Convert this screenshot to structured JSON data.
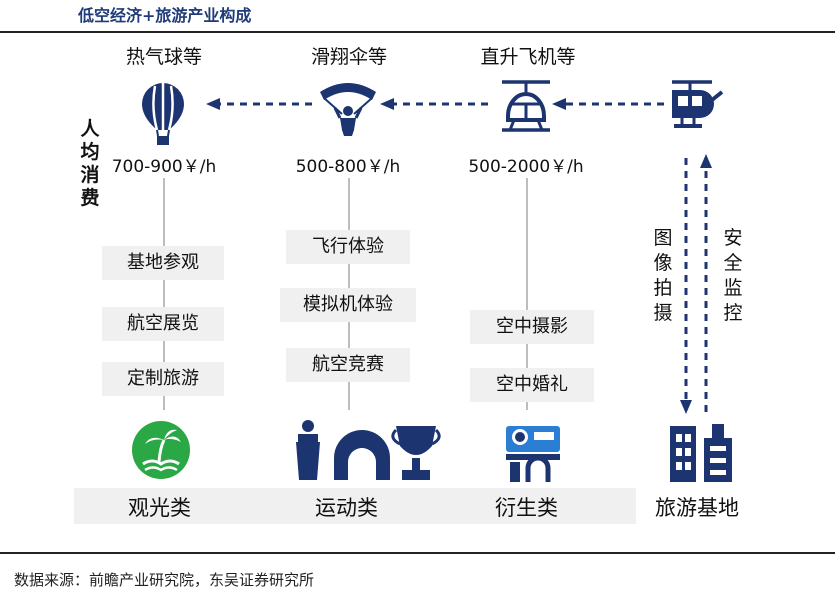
{
  "title": "低空经济+旅游产业构成",
  "vertical_label": "人均消费",
  "vehicles": [
    {
      "name": "热气球等",
      "price": "700-900￥/h",
      "icon": "hot-air-balloon-icon"
    },
    {
      "name": "滑翔伞等",
      "price": "500-800￥/h",
      "icon": "paraglider-icon"
    },
    {
      "name": "直升飞机等",
      "price": "500-2000￥/h",
      "icon": "helicopter-icon"
    }
  ],
  "right_icon": "helicopter-pad-icon",
  "tags": {
    "sightseeing": [
      "基地参观",
      "航空展览",
      "定制旅游"
    ],
    "sports": [
      "飞行体验",
      "模拟机体验",
      "航空竞赛"
    ],
    "derivative": [
      "空中摄影",
      "空中婚礼"
    ]
  },
  "arrows_text": {
    "down": "图像拍摄",
    "up": "安全监控"
  },
  "categories": [
    {
      "label": "观光类",
      "icon": "island-icon"
    },
    {
      "label": "运动类",
      "icon": "sports-icon"
    },
    {
      "label": "衍生类",
      "icon": "camera-icon"
    },
    {
      "label": "旅游基地",
      "icon": "building-icon"
    }
  ],
  "source": "数据来源：前瞻产业研究院，东吴证券研究所",
  "colors": {
    "navy": "#1c3470",
    "green": "#2aa845",
    "gray_box": "#f0f0f0",
    "line": "#bdbdbd"
  }
}
